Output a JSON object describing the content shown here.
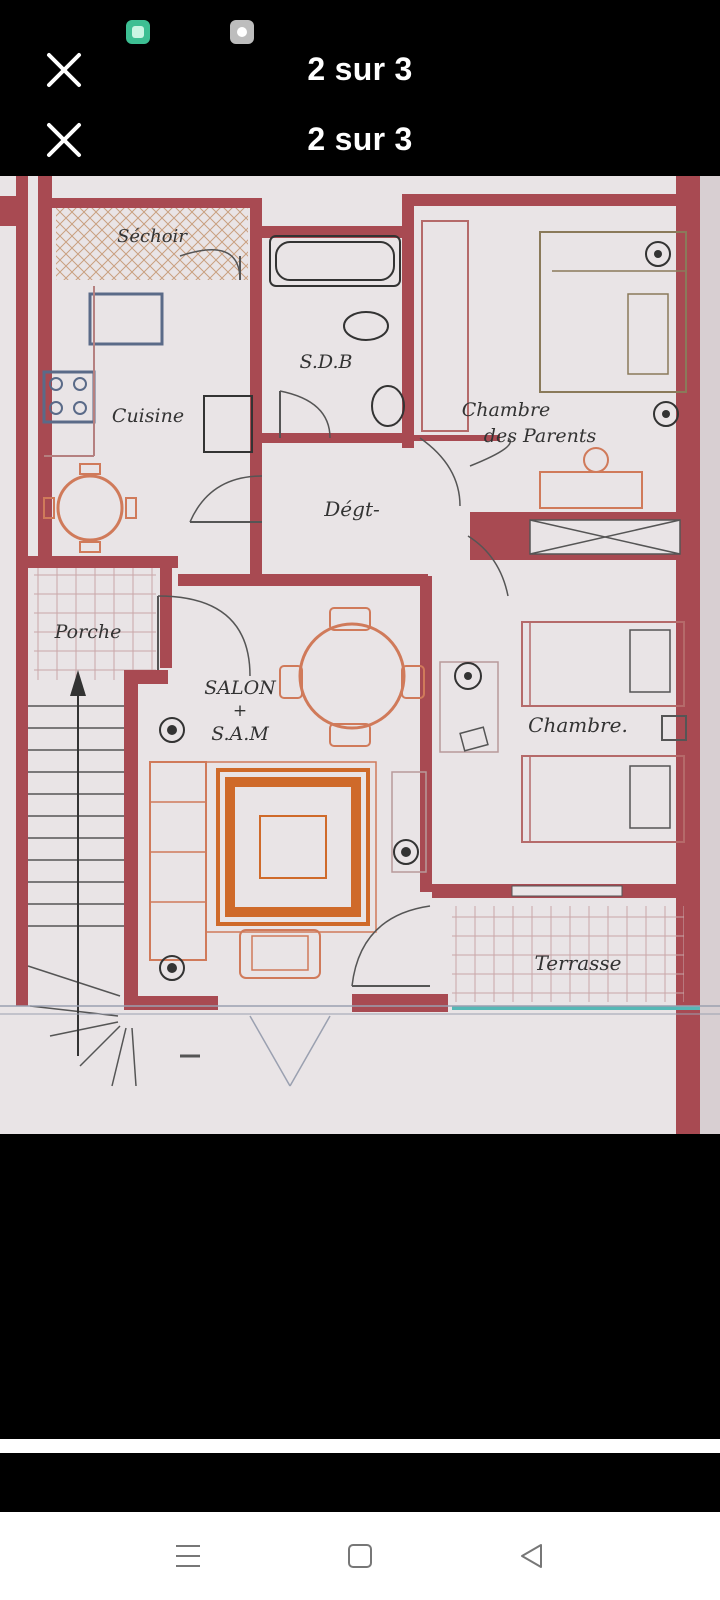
{
  "status_bar": {
    "icons": [
      "app-notification-icon",
      "settings-notification-icon"
    ]
  },
  "toolbar": {
    "close_icon": "close-icon",
    "counter": "2 sur 3"
  },
  "toolbar_duplicate": {
    "close_icon": "close-icon",
    "counter": "2 sur 3"
  },
  "floor_plan": {
    "rooms": {
      "sechoir": "Séchoir",
      "cuisine": "Cuisine",
      "sdb": "S.D.B",
      "chambre_parents_line1": "Chambre",
      "chambre_parents_line2": "des Parents",
      "degt": "Dégt-",
      "porche": "Porche",
      "salon_line1": "SALON",
      "salon_plus": "+",
      "salon_line2": "S.A.M",
      "chambre": "Chambre.",
      "terrasse": "Terrasse"
    },
    "colors": {
      "wall": "#a84a52",
      "furniture": "#d07a5a",
      "rug": "#cf6a2a",
      "paper": "#e9e4e6",
      "grid": "#c9a6a8",
      "teal": "#55b8b6"
    }
  },
  "nav_bar": {
    "menu_icon": "menu-icon",
    "home_icon": "home-square-icon",
    "back_icon": "back-triangle-icon"
  }
}
